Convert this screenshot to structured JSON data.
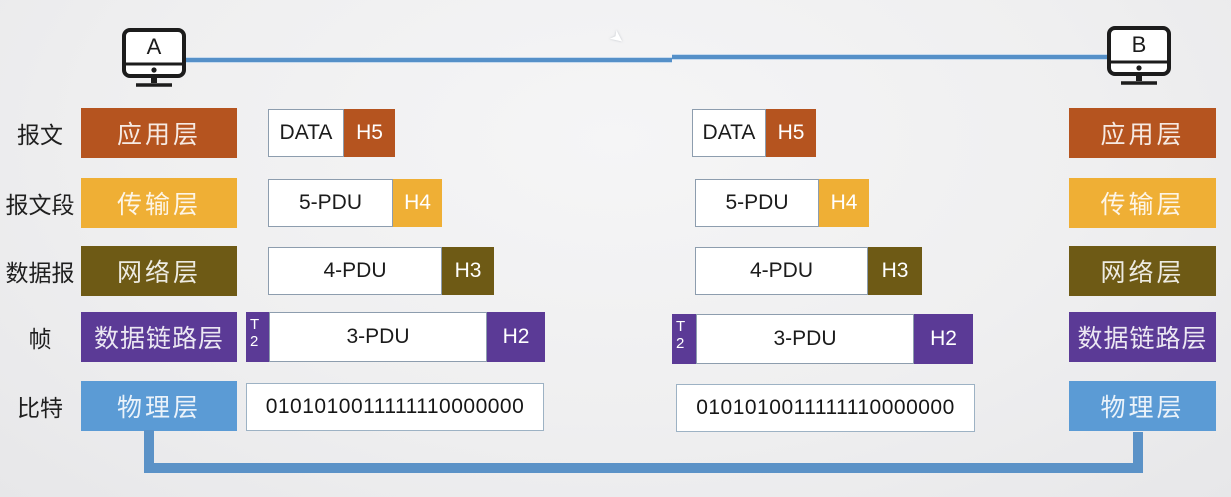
{
  "hosts": [
    {
      "label": "A"
    },
    {
      "label": "B"
    }
  ],
  "row_labels": [
    "报文",
    "报文段",
    "数据报",
    "帧",
    "比特"
  ],
  "layers": [
    "应用层",
    "传输层",
    "网络层",
    "数据链路层",
    "物理层"
  ],
  "stacks": [
    {
      "rows": [
        {
          "payload": "DATA",
          "header": "H5"
        },
        {
          "payload": "5-PDU",
          "header": "H4"
        },
        {
          "payload": "4-PDU",
          "header": "H3"
        },
        {
          "trailer_lines": [
            "T",
            "2"
          ],
          "payload": "3-PDU",
          "header": "H2"
        },
        {
          "bits": "0101010011111110000000"
        }
      ]
    },
    {
      "rows": [
        {
          "payload": "DATA",
          "header": "H5"
        },
        {
          "payload": "5-PDU",
          "header": "H4"
        },
        {
          "payload": "4-PDU",
          "header": "H3"
        },
        {
          "trailer_lines": [
            "T",
            "2"
          ],
          "payload": "3-PDU",
          "header": "H2"
        },
        {
          "bits": "0101010011111110000000"
        }
      ]
    }
  ],
  "palette": {
    "application_orange": "#B5541F",
    "transport_yellow": "#EFAF35",
    "network_olive": "#6E5A15",
    "datalink_purple": "#5B3A96",
    "physical_blue": "#5B9BD5",
    "link_line_blue": "#5590C8",
    "background": "#EFEFF0"
  }
}
